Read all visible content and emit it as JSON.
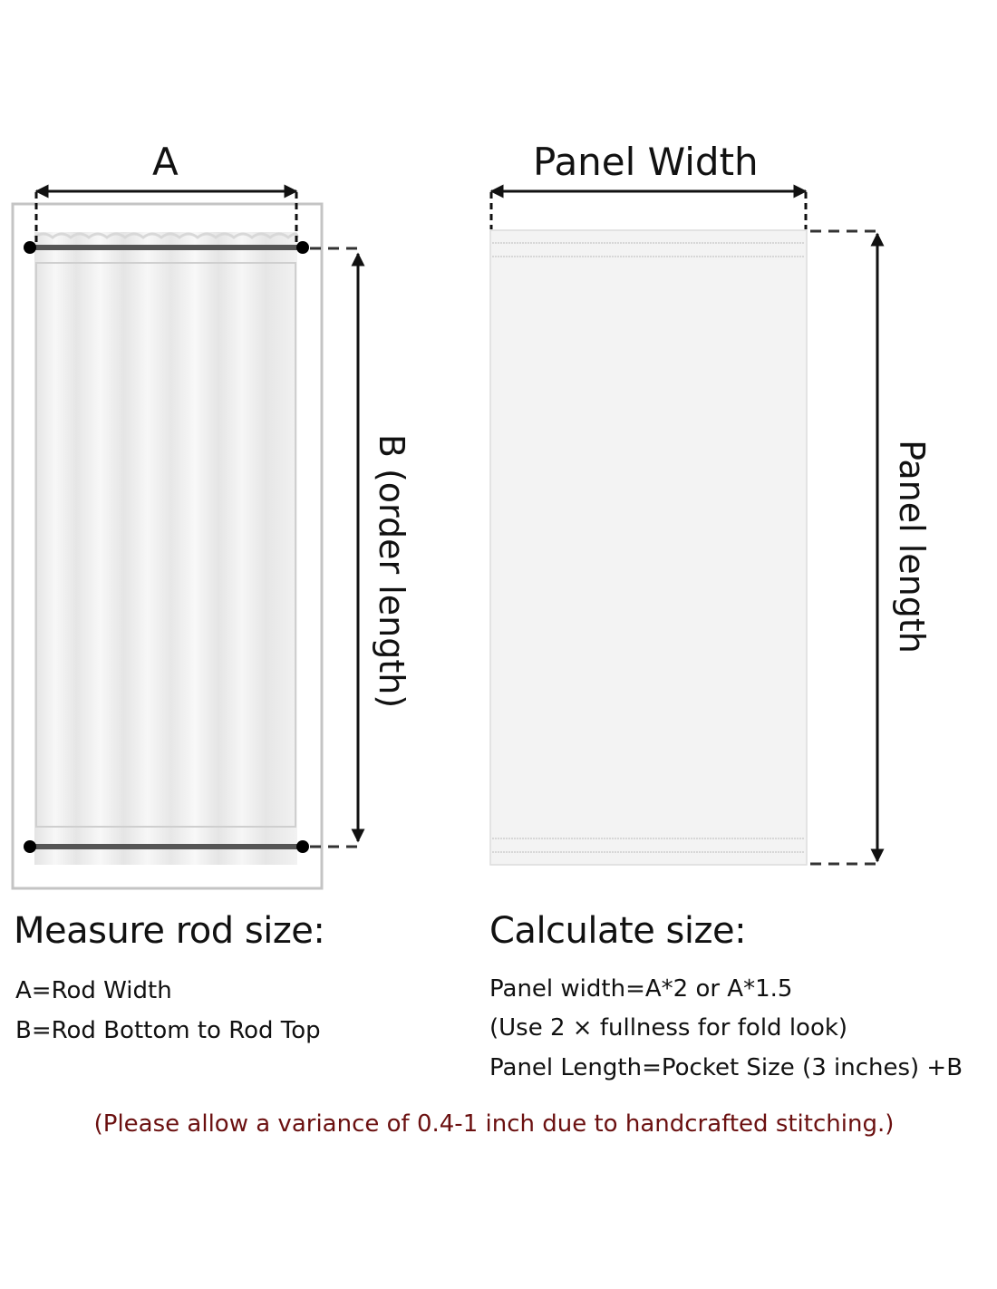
{
  "left_diagram": {
    "width_label": "A",
    "length_label": "B (order length)"
  },
  "right_diagram": {
    "width_label": "Panel Width",
    "length_label": "Panel length"
  },
  "measure": {
    "heading": "Measure rod size:",
    "lines": [
      "A=Rod Width",
      "B=Rod Bottom to Rod Top"
    ]
  },
  "calculate": {
    "heading": "Calculate size:",
    "lines": [
      "Panel width=A*2 or A*1.5",
      "(Use 2 × fullness for fold look)",
      "Panel Length=Pocket Size (3 inches) +B"
    ]
  },
  "note": "(Please allow a variance of 0.4-1 inch due to handcrafted stitching.)",
  "colors": {
    "note": "#6b1010",
    "line": "#111111",
    "frame": "#c4c4c4",
    "panel": "#f3f3f3"
  }
}
